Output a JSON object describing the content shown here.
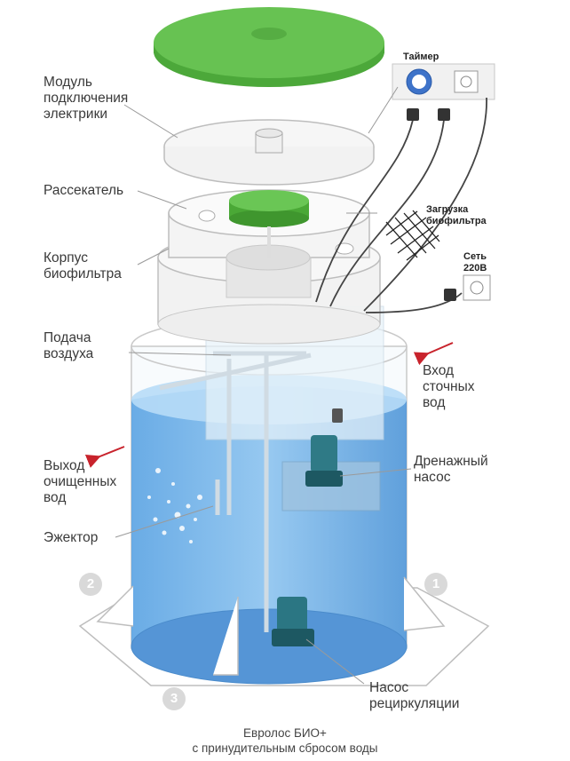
{
  "labels": {
    "module": "Модуль\nподключения\nэлектрики",
    "splitter": "Рассекатель",
    "body": "Корпус\nбиофильтра",
    "air": "Подача\nвоздуха",
    "outlet": "Выход\nочищенных\nвод",
    "ejector": "Эжектор",
    "inlet": "Вход\nсточных\nвод",
    "drain_pump": "Дренажный\nнасос",
    "recirc_pump": "Насос\nрециркуляции",
    "timer": "Таймер",
    "biofilter_load": "Загрузка\nбиофильтра",
    "network": "Сеть\n220В"
  },
  "markers": [
    "1",
    "2",
    "3"
  ],
  "caption": {
    "line1": "Евролос БИО+",
    "line2": "с принудительным сбросом воды"
  },
  "colors": {
    "lid_green": "#5fb94a",
    "water_blue": "#7ab8e8",
    "arrow_red": "#c8232c"
  }
}
